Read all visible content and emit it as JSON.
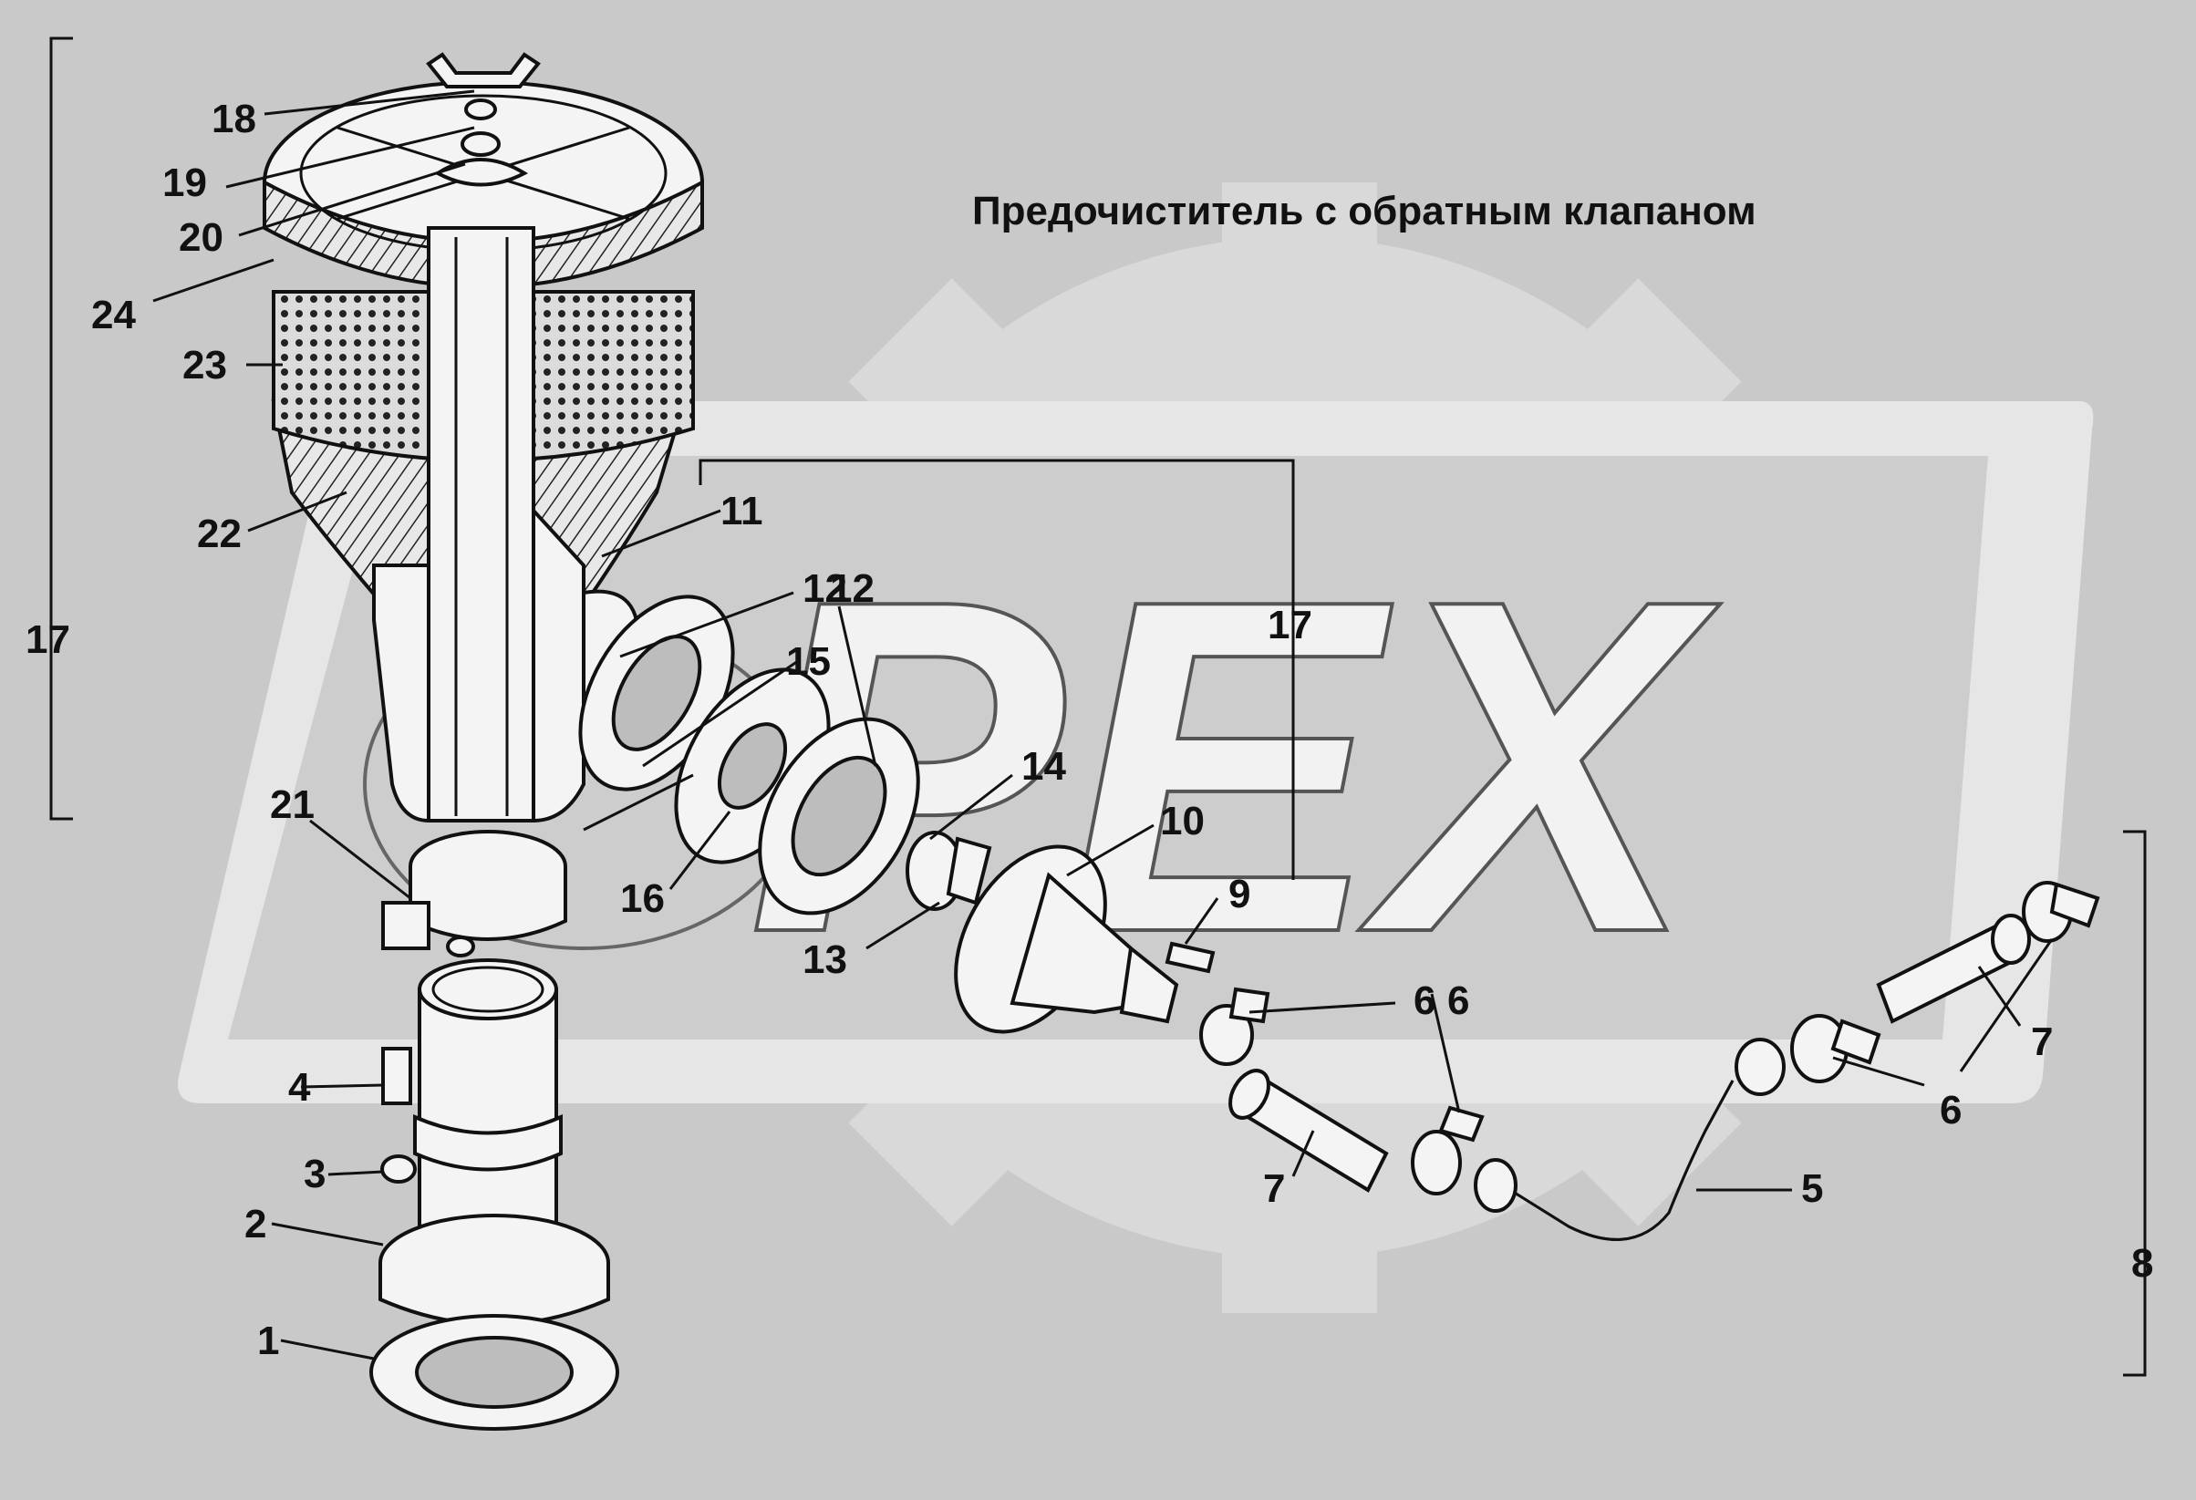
{
  "diagram": {
    "title": "Предочиститель с обратным клапаном",
    "watermark": "PEX",
    "labels": [
      "1",
      "2",
      "3",
      "4",
      "5",
      "6",
      "6",
      "6",
      "7",
      "7",
      "8",
      "9",
      "10",
      "11",
      "12",
      "12",
      "13",
      "14",
      "15",
      "16",
      "17",
      "17",
      "18",
      "19",
      "20",
      "21",
      "22",
      "23",
      "24"
    ],
    "colors": {
      "background": "#c9c9c9",
      "watermark_fill": "#f2f2f2",
      "ink": "#111111"
    }
  }
}
